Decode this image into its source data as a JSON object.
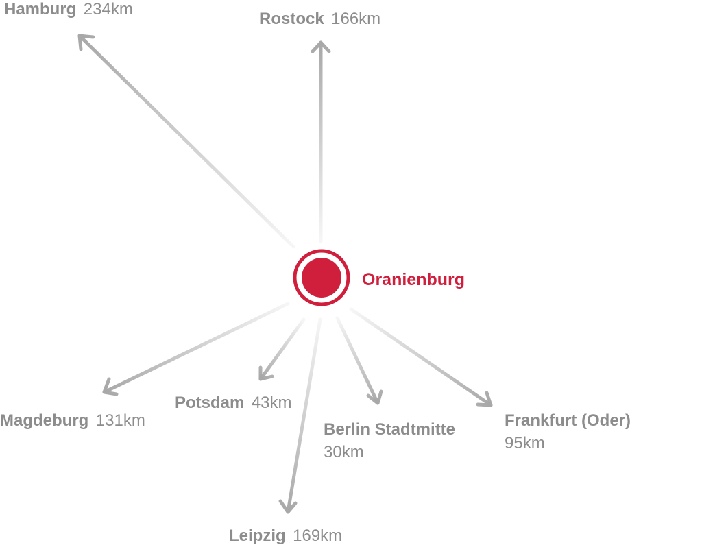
{
  "center": {
    "name": "Oranienburg",
    "color": "#d01f3c"
  },
  "destinations": [
    {
      "id": "hamburg",
      "name": "Hamburg",
      "distance": "234km",
      "distance_km": 234
    },
    {
      "id": "rostock",
      "name": "Rostock",
      "distance": "166km",
      "distance_km": 166
    },
    {
      "id": "magdeburg",
      "name": "Magdeburg",
      "distance": "131km",
      "distance_km": 131
    },
    {
      "id": "potsdam",
      "name": "Potsdam",
      "distance": "43km",
      "distance_km": 43
    },
    {
      "id": "berlin",
      "name": "Berlin Stadtmitte",
      "distance": "30km",
      "distance_km": 30
    },
    {
      "id": "frankfurt",
      "name": "Frankfurt (Oder)",
      "distance": "95km",
      "distance_km": 95
    },
    {
      "id": "leipzig",
      "name": "Leipzig",
      "distance": "169km",
      "distance_km": 169
    }
  ],
  "colors": {
    "arrow": "#a8a8a8",
    "label": "#8c8c8c"
  }
}
